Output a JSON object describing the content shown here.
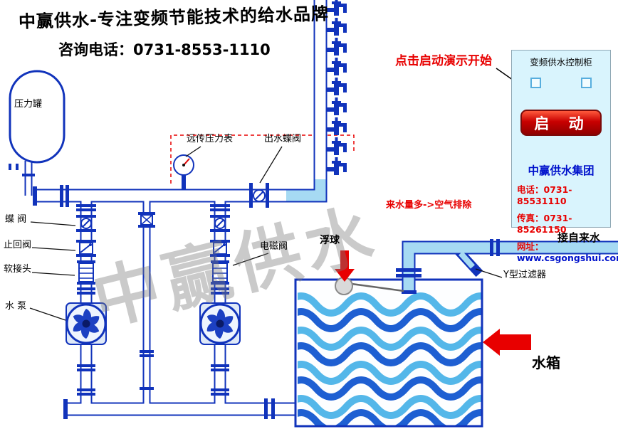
{
  "header": {
    "brand_line": "中赢供水-专注变频节能技术的给水品牌",
    "phone_line": "咨询电话：0731-8553-1110"
  },
  "watermark": "中赢供水",
  "notes": {
    "demo_start": "点击启动演示开始",
    "air_exhaust": "来水量多->空气排除"
  },
  "labels": {
    "pressure_tank": "压力罐",
    "remote_gauge": "远传压力表",
    "outlet_butterfly_valve": "出水蝶阀",
    "butterfly_valve": "蝶 阀",
    "check_valve": "止回阀",
    "soft_joint": "软接头",
    "water_pump": "水 泵",
    "solenoid_valve": "电磁阀",
    "float_ball": "浮球",
    "y_filter": "Y型过滤器",
    "tap_water_inlet": "接自来水",
    "water_tank": "水箱"
  },
  "control_panel": {
    "title": "变频供水控制柜",
    "start_button": "启 动",
    "company": "中赢供水集团",
    "phone": "电话：0731-85531110",
    "fax": "传真：0731-85261150",
    "website_label": "网址：",
    "website_url": "www.csgongshui.com"
  },
  "colors": {
    "pipe_blue": "#1133bb",
    "water_light": "#a6daf3",
    "alert_red": "#e80000",
    "panel_bg": "#d9f4fd",
    "button_red": "#c80000"
  }
}
